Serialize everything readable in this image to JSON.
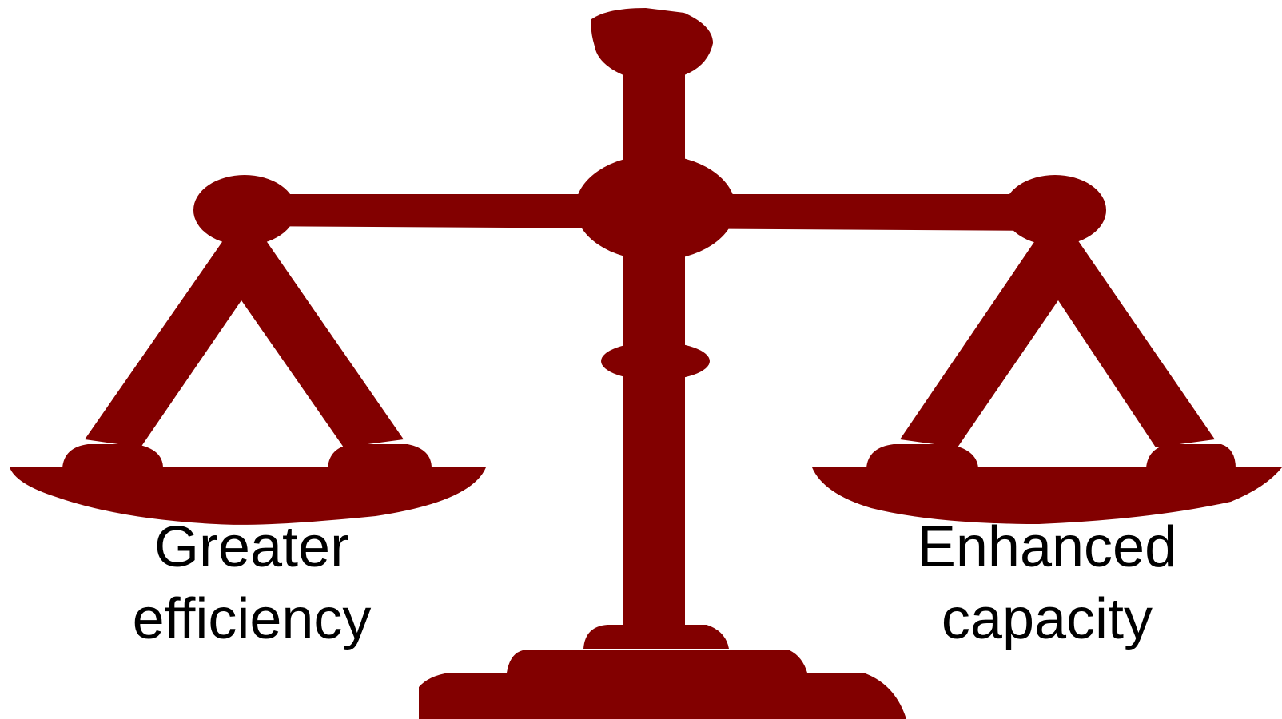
{
  "colors": {
    "scale": "#820000",
    "background": "#ffffff",
    "text": "#000000"
  },
  "left_pan": {
    "line1": "Greater",
    "line2": "efficiency"
  },
  "right_pan": {
    "line1": "Enhanced",
    "line2": "capacity"
  }
}
